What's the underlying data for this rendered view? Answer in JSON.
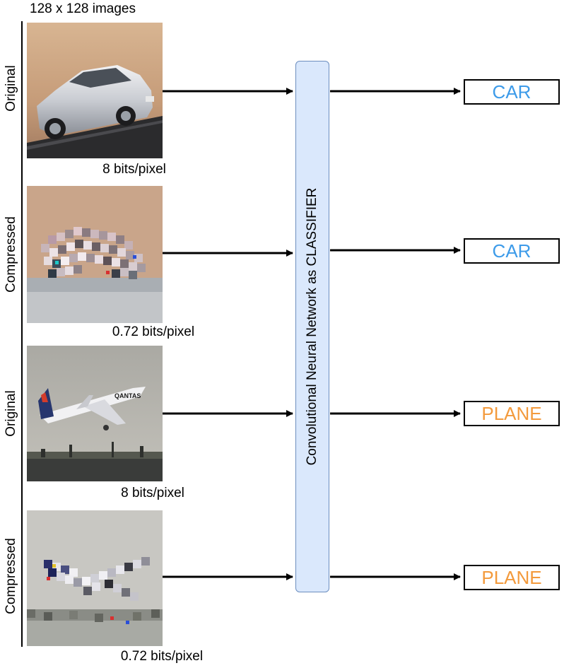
{
  "header": {
    "image_size_label": "128 x 128 images"
  },
  "rows": [
    {
      "kind_label": "Original",
      "bpp_label": "8 bits/pixel",
      "subject": "car",
      "output_label": "CAR",
      "output_color": "#3d9be9"
    },
    {
      "kind_label": "Compressed",
      "bpp_label": "0.72 bits/pixel",
      "subject": "car",
      "output_label": "CAR",
      "output_color": "#3d9be9"
    },
    {
      "kind_label": "Original",
      "bpp_label": "8 bits/pixel",
      "subject": "plane",
      "output_label": "PLANE",
      "output_color": "#f39a3c"
    },
    {
      "kind_label": "Compressed",
      "bpp_label": "0.72 bits/pixel",
      "subject": "plane",
      "output_label": "PLANE",
      "output_color": "#f39a3c"
    }
  ],
  "classifier": {
    "label": "Convolutional Neural Network as CLASSIFIER",
    "fill": "#dae8fc",
    "border": "#6c8ebf"
  }
}
